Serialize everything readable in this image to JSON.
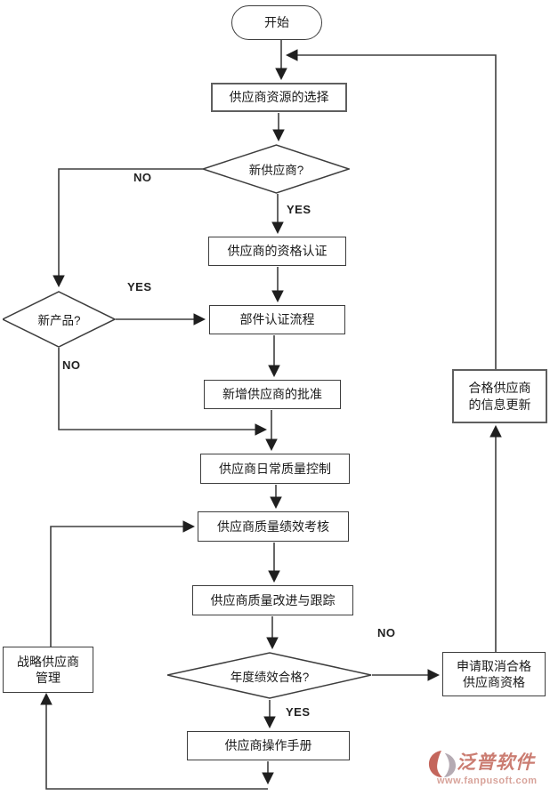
{
  "diagram": {
    "nodes": {
      "start": {
        "label": "开始"
      },
      "supplier_resource_selection": {
        "label": "供应商资源的选择"
      },
      "new_supplier_decision": {
        "label": "新供应商?"
      },
      "supplier_qualification": {
        "label": "供应商的资格认证"
      },
      "new_product_decision": {
        "label": "新产品?"
      },
      "parts_certification": {
        "label": "部件认证流程"
      },
      "new_supplier_approval": {
        "label": "新增供应商的批准"
      },
      "daily_quality_control": {
        "label": "供应商日常质量控制"
      },
      "quality_performance_review": {
        "label": "供应商质量绩效考核"
      },
      "quality_improvement_tracking": {
        "label": "供应商质量改进与跟踪"
      },
      "annual_performance_decision": {
        "label": "年度绩效合格?"
      },
      "supplier_operation_manual": {
        "label": "供应商操作手册"
      },
      "strategic_supplier_management": {
        "lines": [
          "战略供应商",
          "管理"
        ]
      },
      "cancel_qualification_request": {
        "lines": [
          "申请取消合格",
          "供应商资格"
        ]
      },
      "qualified_supplier_info_update": {
        "lines": [
          "合格供应商",
          "的信息更新"
        ]
      }
    },
    "edge_labels": {
      "new_supplier_no": "NO",
      "new_supplier_yes": "YES",
      "new_product_yes": "YES",
      "new_product_no": "NO",
      "annual_performance_no": "NO",
      "annual_performance_yes": "YES"
    }
  },
  "watermark": {
    "brand": "泛普软件",
    "url": "www.fanpusoft.com"
  },
  "colors": {
    "background": "#ffffff",
    "line": "#3f3f3f",
    "text": "#1a1a1a",
    "brand_salmon": "#cb7d72",
    "brand_url": "#d8a39a"
  }
}
